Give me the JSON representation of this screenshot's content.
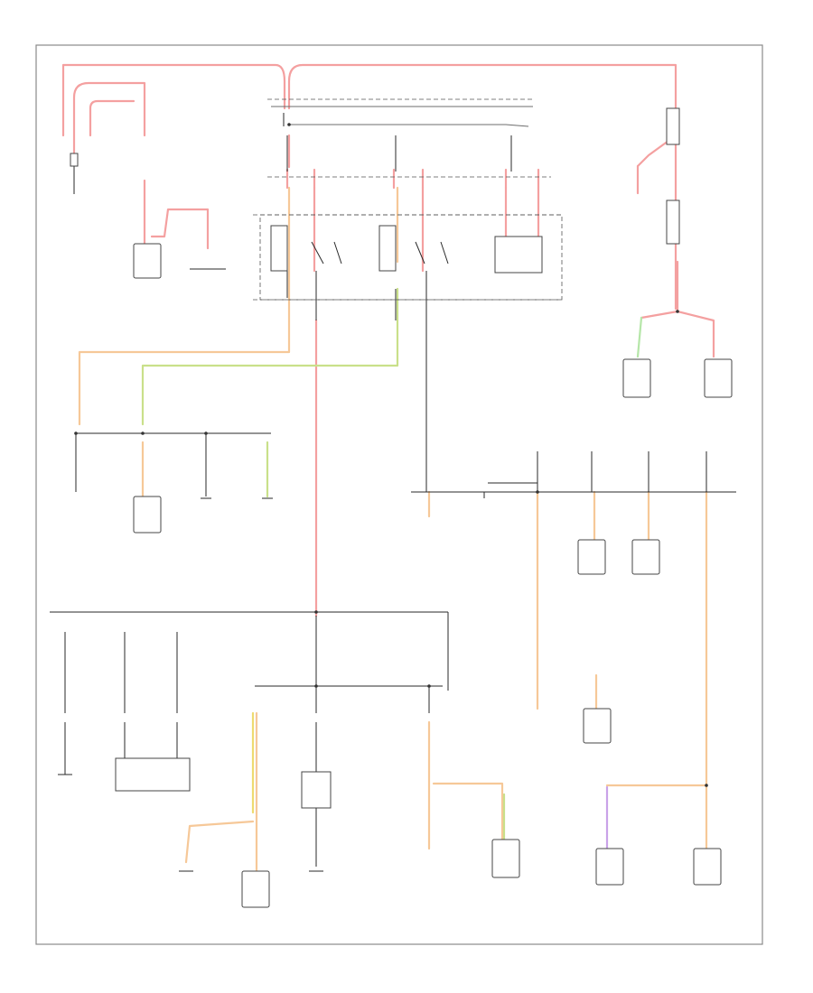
{
  "diagram": {
    "footer_code": "",
    "colors": {
      "wire_red": "#f4a0a0",
      "wire_orange": "#f6c898",
      "wire_yellow": "#eedb70",
      "wire_green": "#c9e08a",
      "wire_light_green": "#b5e6a8",
      "wire_purple": "#c9a2e8",
      "wire_black": "#2a2a2a",
      "wire_gray": "#6d6d6d",
      "frame": "#8a8a8a"
    },
    "components": [
      {
        "id": "battery",
        "label": ""
      },
      {
        "id": "starter-motor",
        "label": ""
      },
      {
        "id": "generator",
        "label": ""
      },
      {
        "id": "underhood-fuse-relay-box",
        "label": ""
      },
      {
        "id": "fuse-relay-box-right",
        "label": ""
      },
      {
        "id": "instrument-panel-fuse-box",
        "label": ""
      },
      {
        "id": "left-headlight",
        "label": ""
      },
      {
        "id": "right-headlight",
        "label": ""
      },
      {
        "id": "stoplight-switch",
        "label": ""
      },
      {
        "id": "left-front-lamp",
        "label": ""
      },
      {
        "id": "right-front-lamp",
        "label": ""
      },
      {
        "id": "left-rear-lamp",
        "label": ""
      },
      {
        "id": "right-rear-lamp",
        "label": ""
      }
    ]
  }
}
